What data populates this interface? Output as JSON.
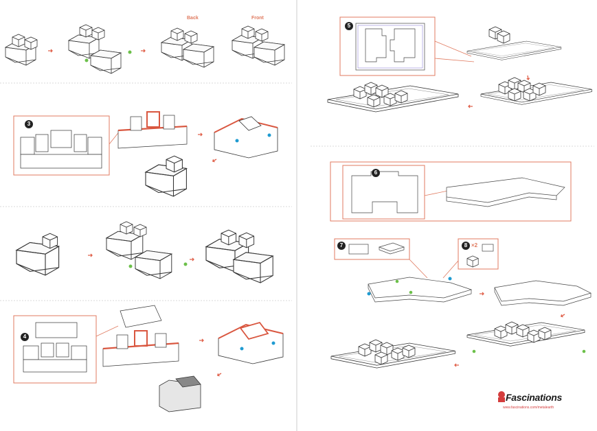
{
  "labels": {
    "back": "Back",
    "front": "Front"
  },
  "steps": {
    "s3": "3",
    "s4": "4",
    "s5": "5",
    "s6": "6",
    "s7": "7",
    "s8": "8"
  },
  "step8_multiplier": "×2",
  "brand": {
    "name": "Fascinations",
    "website": "www.fascinations.com/metalearth"
  },
  "colors": {
    "accent": "#e07a5f",
    "ink": "#333333",
    "marker_blue": "#1f9bd1",
    "marker_green": "#6cc04a"
  }
}
